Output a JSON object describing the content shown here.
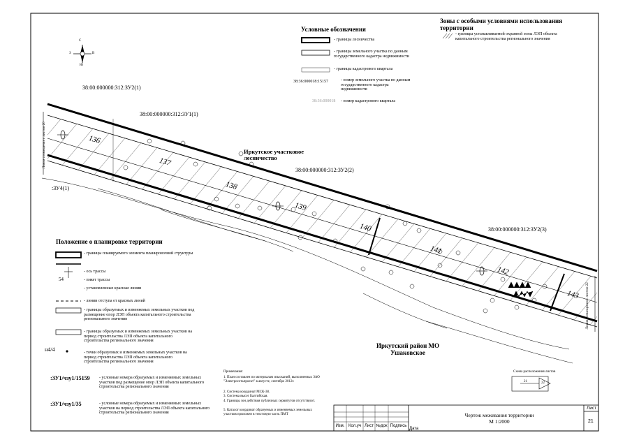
{
  "legend": {
    "title": "Условные обозначения",
    "items": [
      {
        "text": "- границы лесничества"
      },
      {
        "text": "- границы земельного участка по данным государственного кадастра недвижимости"
      },
      {
        "text": "- границы кадастрового квартала"
      },
      {
        "code": "38:36:000018:15157",
        "text": "- номер земельного участка по данным государственного кадастра недвижимости"
      },
      {
        "code": "38:36:000018",
        "text": "- номер кадастрового квартала"
      }
    ]
  },
  "zones": {
    "title": "Зоны с особыми условиями использования территории",
    "item": "- границы устанавливаемой охранной зоны ЛЭП объекта капитального строительства регионального значения"
  },
  "compass": {
    "n": "С",
    "s": "Ю",
    "e": "В",
    "w": "З"
  },
  "map": {
    "parcels": [
      {
        "label": "38:00:000000:312:ЗУ2(1)"
      },
      {
        "label": "38:00:000000:312:ЗУ1(1)"
      },
      {
        "label": "38:00:000000:312:ЗУ2(2)"
      },
      {
        "label": "38:00:000000:312:ЗУ2(3)"
      },
      {
        "label": ":ЗУ4(1)"
      }
    ],
    "forestry": "Иркутское участковое лесничество",
    "district": "Иркутский район МО Ушаковское",
    "pickets": [
      "136",
      "137",
      "138",
      "139",
      "140",
      "141",
      "142",
      "143"
    ],
    "edge_left": "Линия совмещения с листом 20",
    "edge_right": "Линия совмещения с листом 22"
  },
  "planning": {
    "title": "Положение о планировке территории",
    "items": [
      {
        "text": "- границы планируемого элемента планировочной структуры"
      },
      {
        "text": "- ось трассы"
      },
      {
        "sym": "54",
        "text": "- пикет трассы"
      },
      {
        "text": "- установленные красные линии"
      },
      {
        "text": "- линии отступа от красных линий"
      },
      {
        "text": "- границы образуемых и изменяемых земельных участков под размещение опор ЛЭП объекта капитального строительства регионального значения"
      },
      {
        "text": "- границы образуемых и изменяемых земельных участков на период строительства ЛЭП объекта капитального строительства регионального значения"
      },
      {
        "sym": "н4/4",
        "text": "- точки образуемых и изменяемых земельных участков на период строительства ЛЭП объекта капитального строительства регионального значения"
      },
      {
        "sym": ":ЗУ1/чзу1/15159",
        "text": "- условные номера образуемых и изменяемых земельных участков под размещение опор ЛЭП объекта капитального строительства регионального значения"
      },
      {
        "sym": ":ЗУ1/чзу1/35",
        "text": "- условные номера образуемых и изменяемых земельных участков на период строительства ЛЭП объекта капитального строительства регионального значения"
      }
    ]
  },
  "notes": {
    "title": "Примечания:",
    "lines": [
      "1. План составлен по материалам изысканий, выполненных ЗАО \"Электросетьпроект\" в августе, сентябре 2012г.",
      "2. Система координат МСК-38.",
      "3. Система высот Балтийская.",
      "4. Границы зон действия публичных сервитутов отсутствуют.",
      "5. Каталог координат образуемых и изменяемых земельных участков приложен в текстовую часть ПМТ"
    ]
  },
  "scheme": {
    "title": "Схема расположения листов",
    "a": "21",
    "b": "22"
  },
  "stamp": {
    "cols": [
      "Изм.",
      "Кол.уч",
      "Лист",
      "№док",
      "Подпись",
      "Дата"
    ],
    "title": "Чертеж межевания территории",
    "scale": "М 1:2000",
    "sheet_label": "Лист",
    "sheet_no": "21"
  }
}
